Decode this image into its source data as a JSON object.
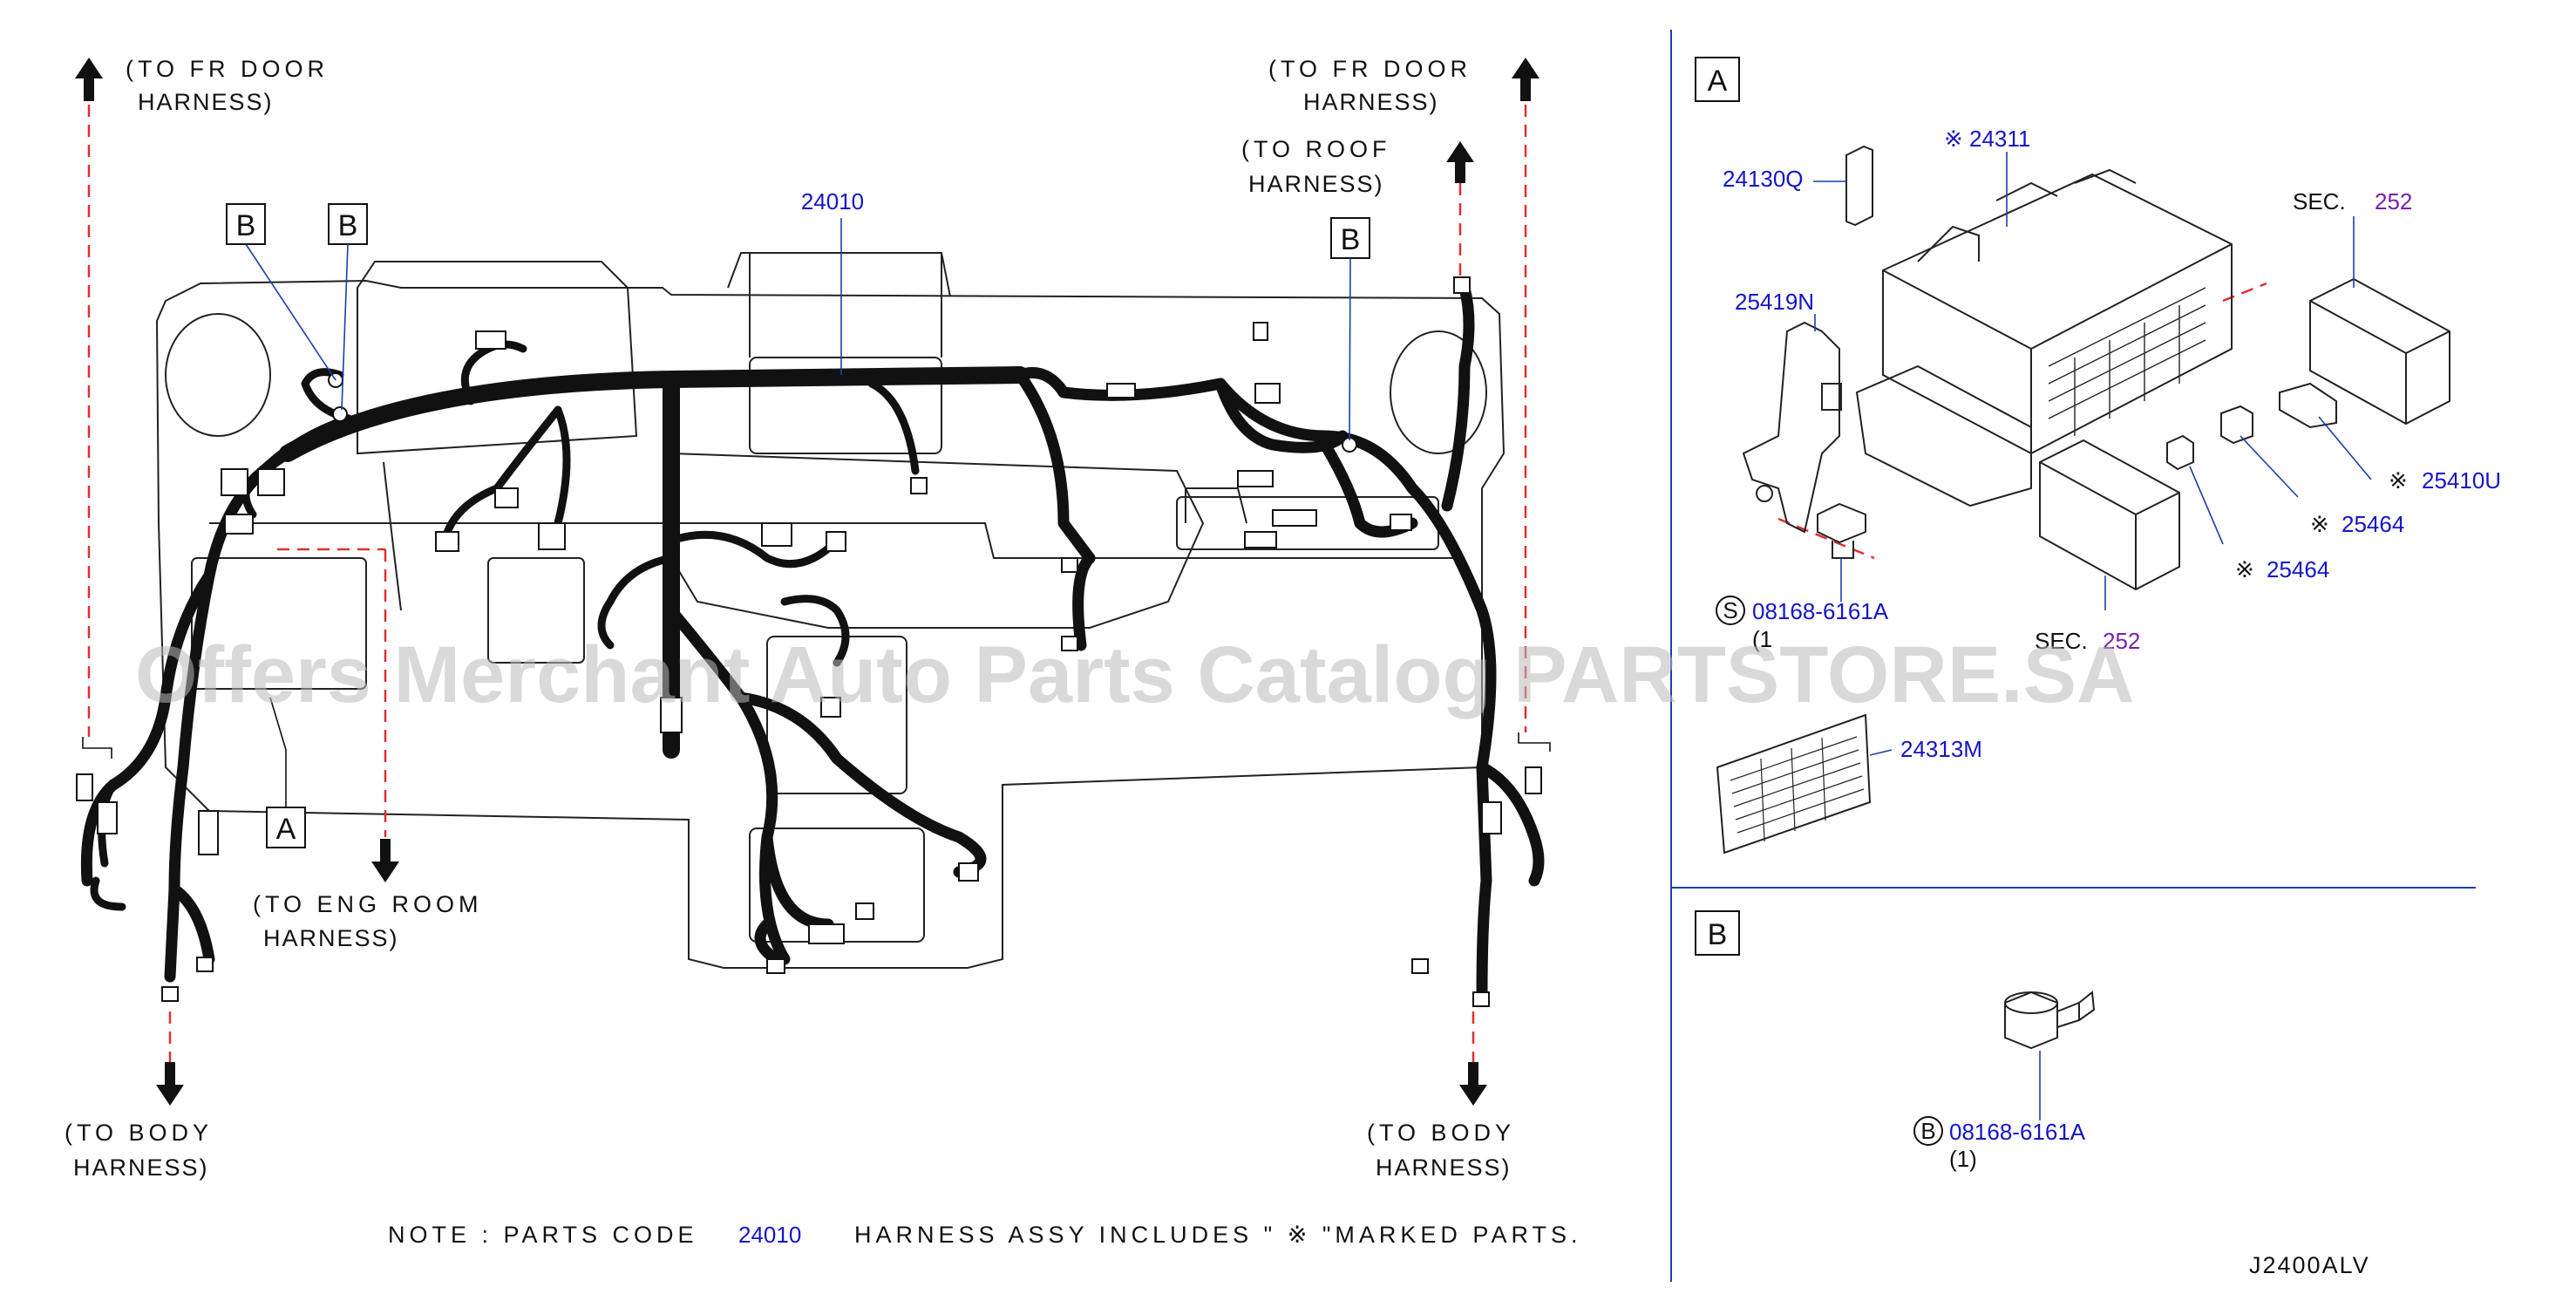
{
  "main": {
    "harness_part": "24010",
    "callout_b": "B",
    "callout_a": "A",
    "to_fr_door_l1": "(TO FR DOOR",
    "to_fr_door_l2": "HARNESS)",
    "to_roof_l1": "(TO ROOF",
    "to_roof_l2": "HARNESS)",
    "to_eng_l1": "(TO ENG ROOM",
    "to_eng_l2": "HARNESS)",
    "to_body_l1": "(TO BODY",
    "to_body_l2": "HARNESS)"
  },
  "note": {
    "prefix": "NOTE : PARTS CODE",
    "code": "24010",
    "middle": "HARNESS ASSY   INCLUDES \" ※ \"MARKED PARTS."
  },
  "section_a": {
    "label": "A",
    "parts": [
      "24130Q",
      "※ 24311",
      "25419N",
      "SEC.",
      "252",
      "※",
      "25410U",
      "※",
      "25464",
      "※",
      "25464",
      "08168-6161A",
      "(1",
      "SEC.",
      "252",
      "24313M"
    ],
    "bolt_prefix": "S"
  },
  "section_b": {
    "label": "B",
    "bolt_prefix": "B",
    "bolt_part": "08168-6161A",
    "qty": "(1)"
  },
  "diagram_code": "J2400ALV",
  "watermark": "Offers Merchant Auto Parts Catalog PARTSTORE.SA",
  "colors": {
    "part_number": "#1515c8",
    "section_ref": "#7a1fb0",
    "dashed_leader": "#e03030",
    "divider": "#1d3fa8"
  }
}
